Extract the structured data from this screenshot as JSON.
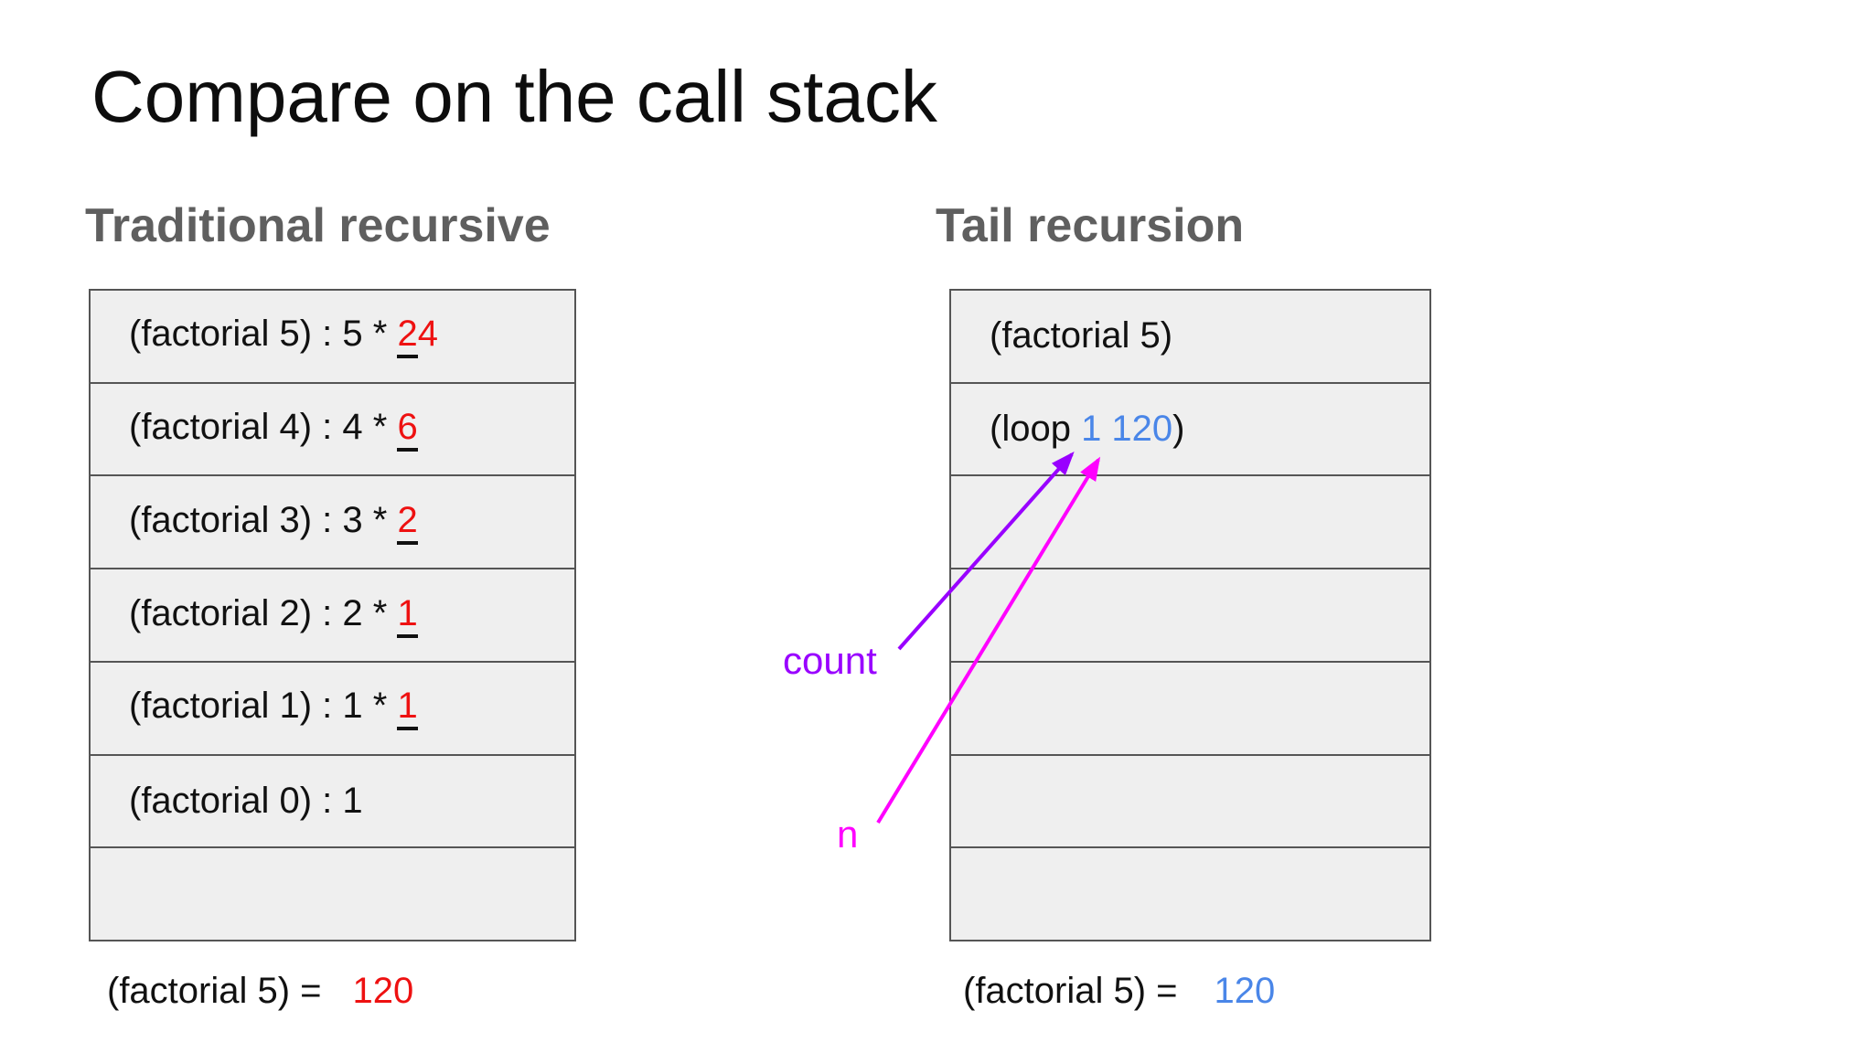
{
  "slide": {
    "title": "Compare on the call stack",
    "columns": {
      "traditional": {
        "heading": "Traditional recursive",
        "stack_rows": [
          {
            "text": "(factorial 5) : 5 * ",
            "value_first": "2",
            "value_rest": "4"
          },
          {
            "text": "(factorial 4) : 4 * ",
            "value_first": "6",
            "value_rest": ""
          },
          {
            "text": "(factorial 3) : 3 * ",
            "value_first": "2",
            "value_rest": ""
          },
          {
            "text": "(factorial 2) : 2 * ",
            "value_first": "1",
            "value_rest": ""
          },
          {
            "text": "(factorial 1) : 1 * ",
            "value_first": "1",
            "value_rest": ""
          },
          {
            "text": "(factorial 0) : 1",
            "value_first": "",
            "value_rest": ""
          },
          {
            "text": "",
            "value_first": "",
            "value_rest": ""
          }
        ],
        "result_label": "(factorial 5) =",
        "result_value": "120"
      },
      "tail": {
        "heading": "Tail recursion",
        "stack_rows": [
          {
            "prefix": "(factorial 5)",
            "args": "",
            "suffix": ""
          },
          {
            "prefix": "(loop ",
            "args": "1 120",
            "suffix": ")"
          },
          {
            "prefix": "",
            "args": "",
            "suffix": ""
          },
          {
            "prefix": "",
            "args": "",
            "suffix": ""
          },
          {
            "prefix": "",
            "args": "",
            "suffix": ""
          },
          {
            "prefix": "",
            "args": "",
            "suffix": ""
          },
          {
            "prefix": "",
            "args": "",
            "suffix": ""
          }
        ],
        "result_label": "(factorial 5) =",
        "result_value": "120"
      }
    },
    "annotations": {
      "count_label": "count",
      "n_label": "n"
    },
    "colors": {
      "result_red": "#ee1111",
      "loop_args_blue": "#4a86e8",
      "count_purple": "#9900ff",
      "n_magenta": "#ff00ff",
      "heading_gray": "#5f5f5f",
      "stack_fill": "#efefef",
      "stack_border": "#555555"
    }
  }
}
